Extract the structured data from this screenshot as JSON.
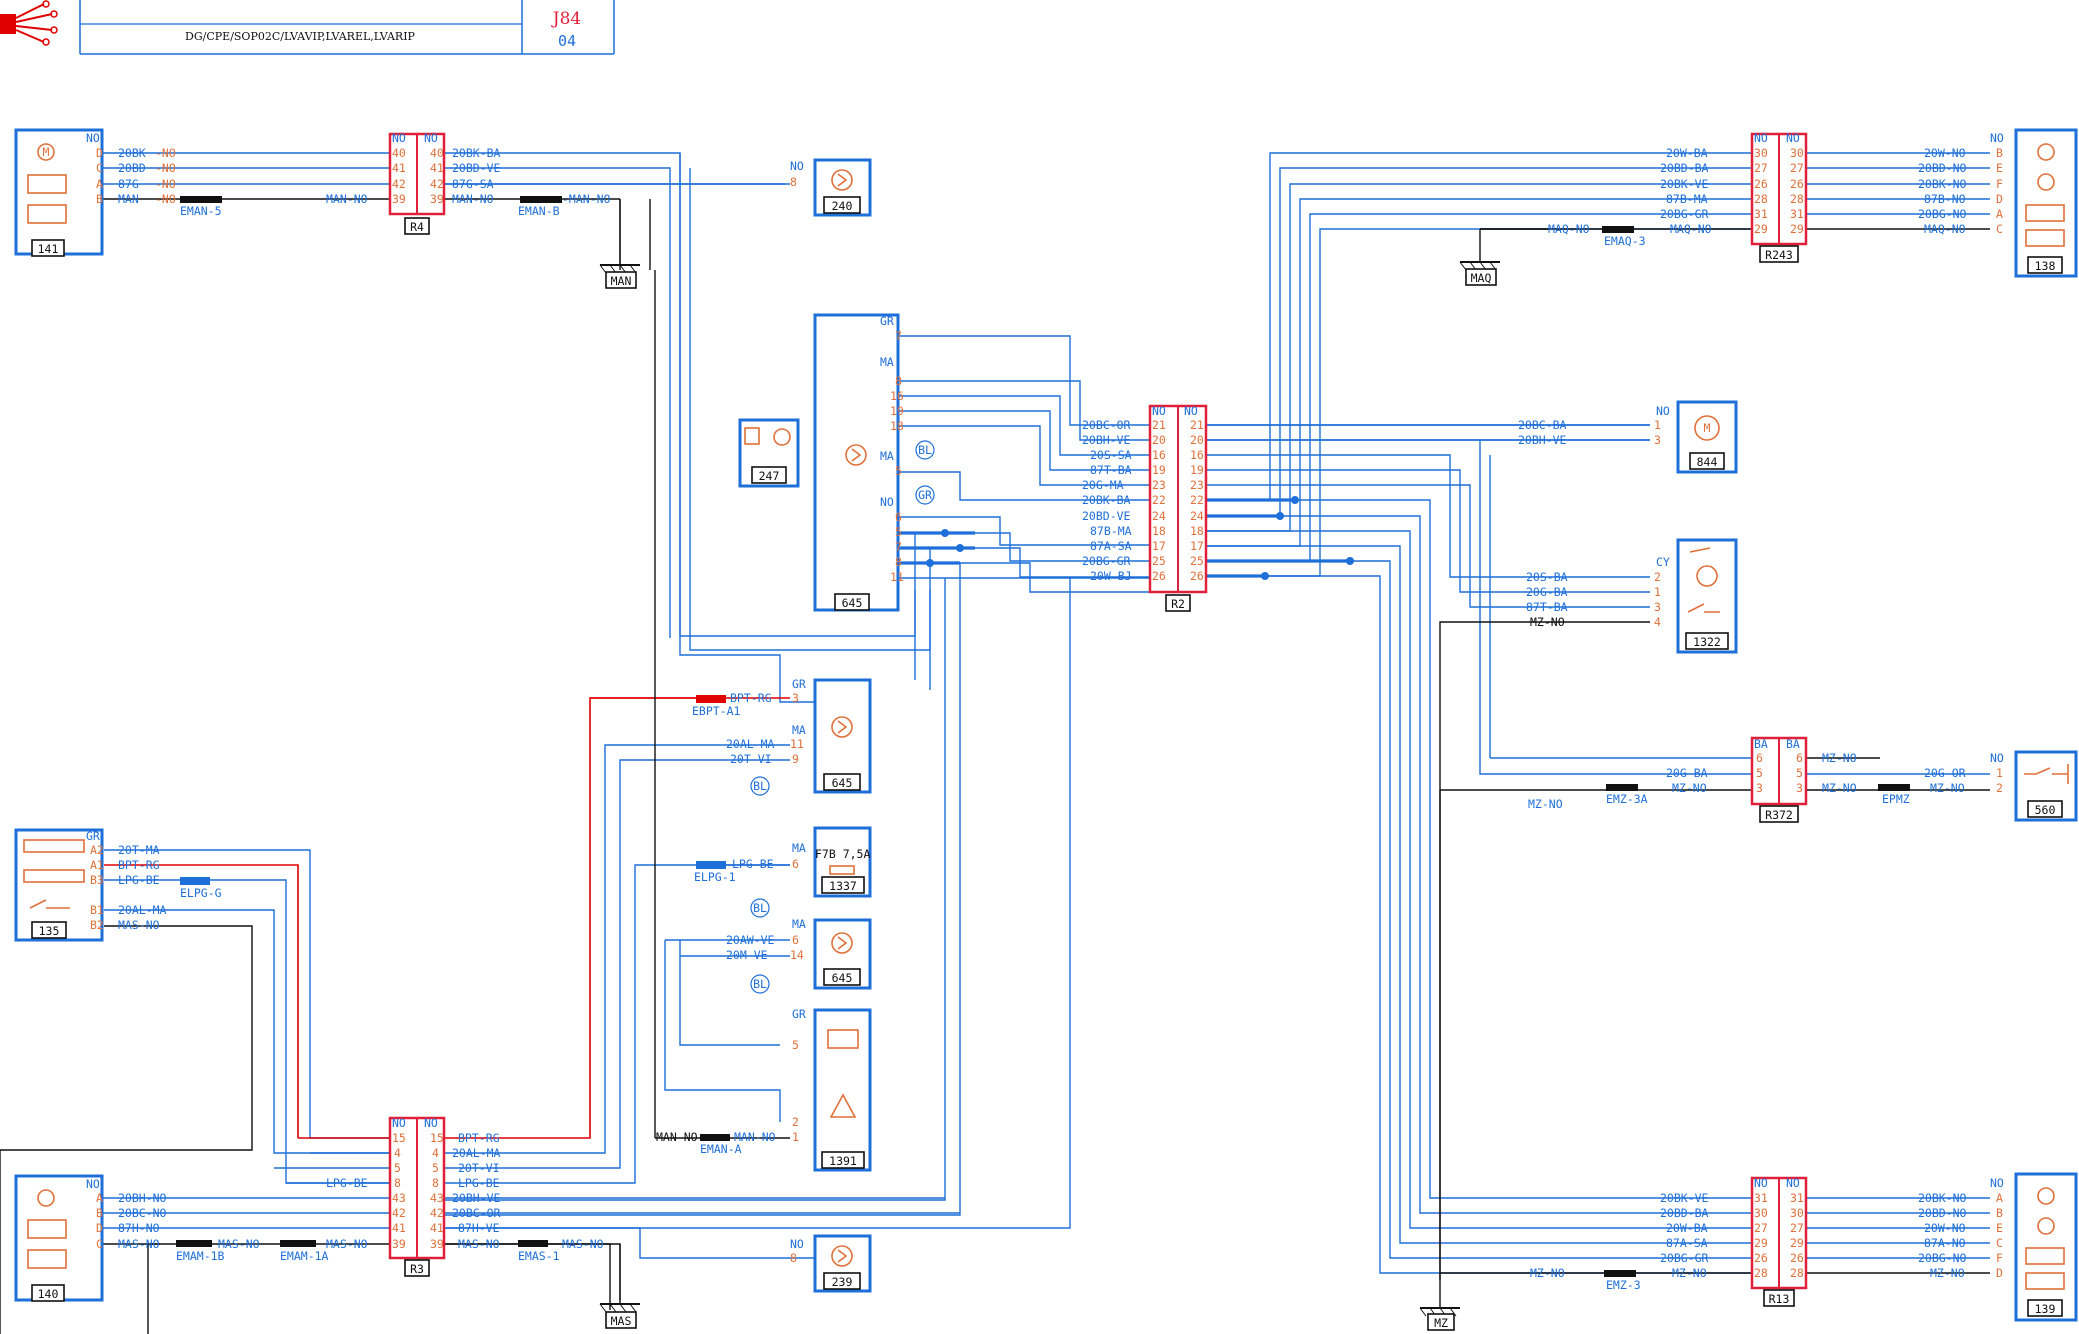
{
  "header": {
    "doc_code": "DG/CPE/SOP02C/LVAVIP,LVAREL,LVARIP",
    "sheet": "J84",
    "sheet_sub": "04"
  },
  "components": {
    "c141": "141",
    "c240": "240",
    "c138": "138",
    "c247": "247",
    "c645a": "645",
    "c844": "844",
    "c1322": "1322",
    "c645b": "645",
    "c1337": "1337",
    "c645c": "645",
    "c1391": "1391",
    "c135": "135",
    "c560": "560",
    "c140": "140",
    "c239": "239",
    "c139": "139"
  },
  "connectors": {
    "r4": "R4",
    "r2": "R2",
    "r243": "R243",
    "r3": "R3",
    "r372": "R372",
    "r13": "R13"
  },
  "grounds": {
    "man": "MAN",
    "maq": "MAQ",
    "mas": "MAS",
    "mz": "MZ"
  },
  "circles": {
    "bl": "BL",
    "gr": "GR"
  },
  "fuse": "F7B  7,5A"
}
